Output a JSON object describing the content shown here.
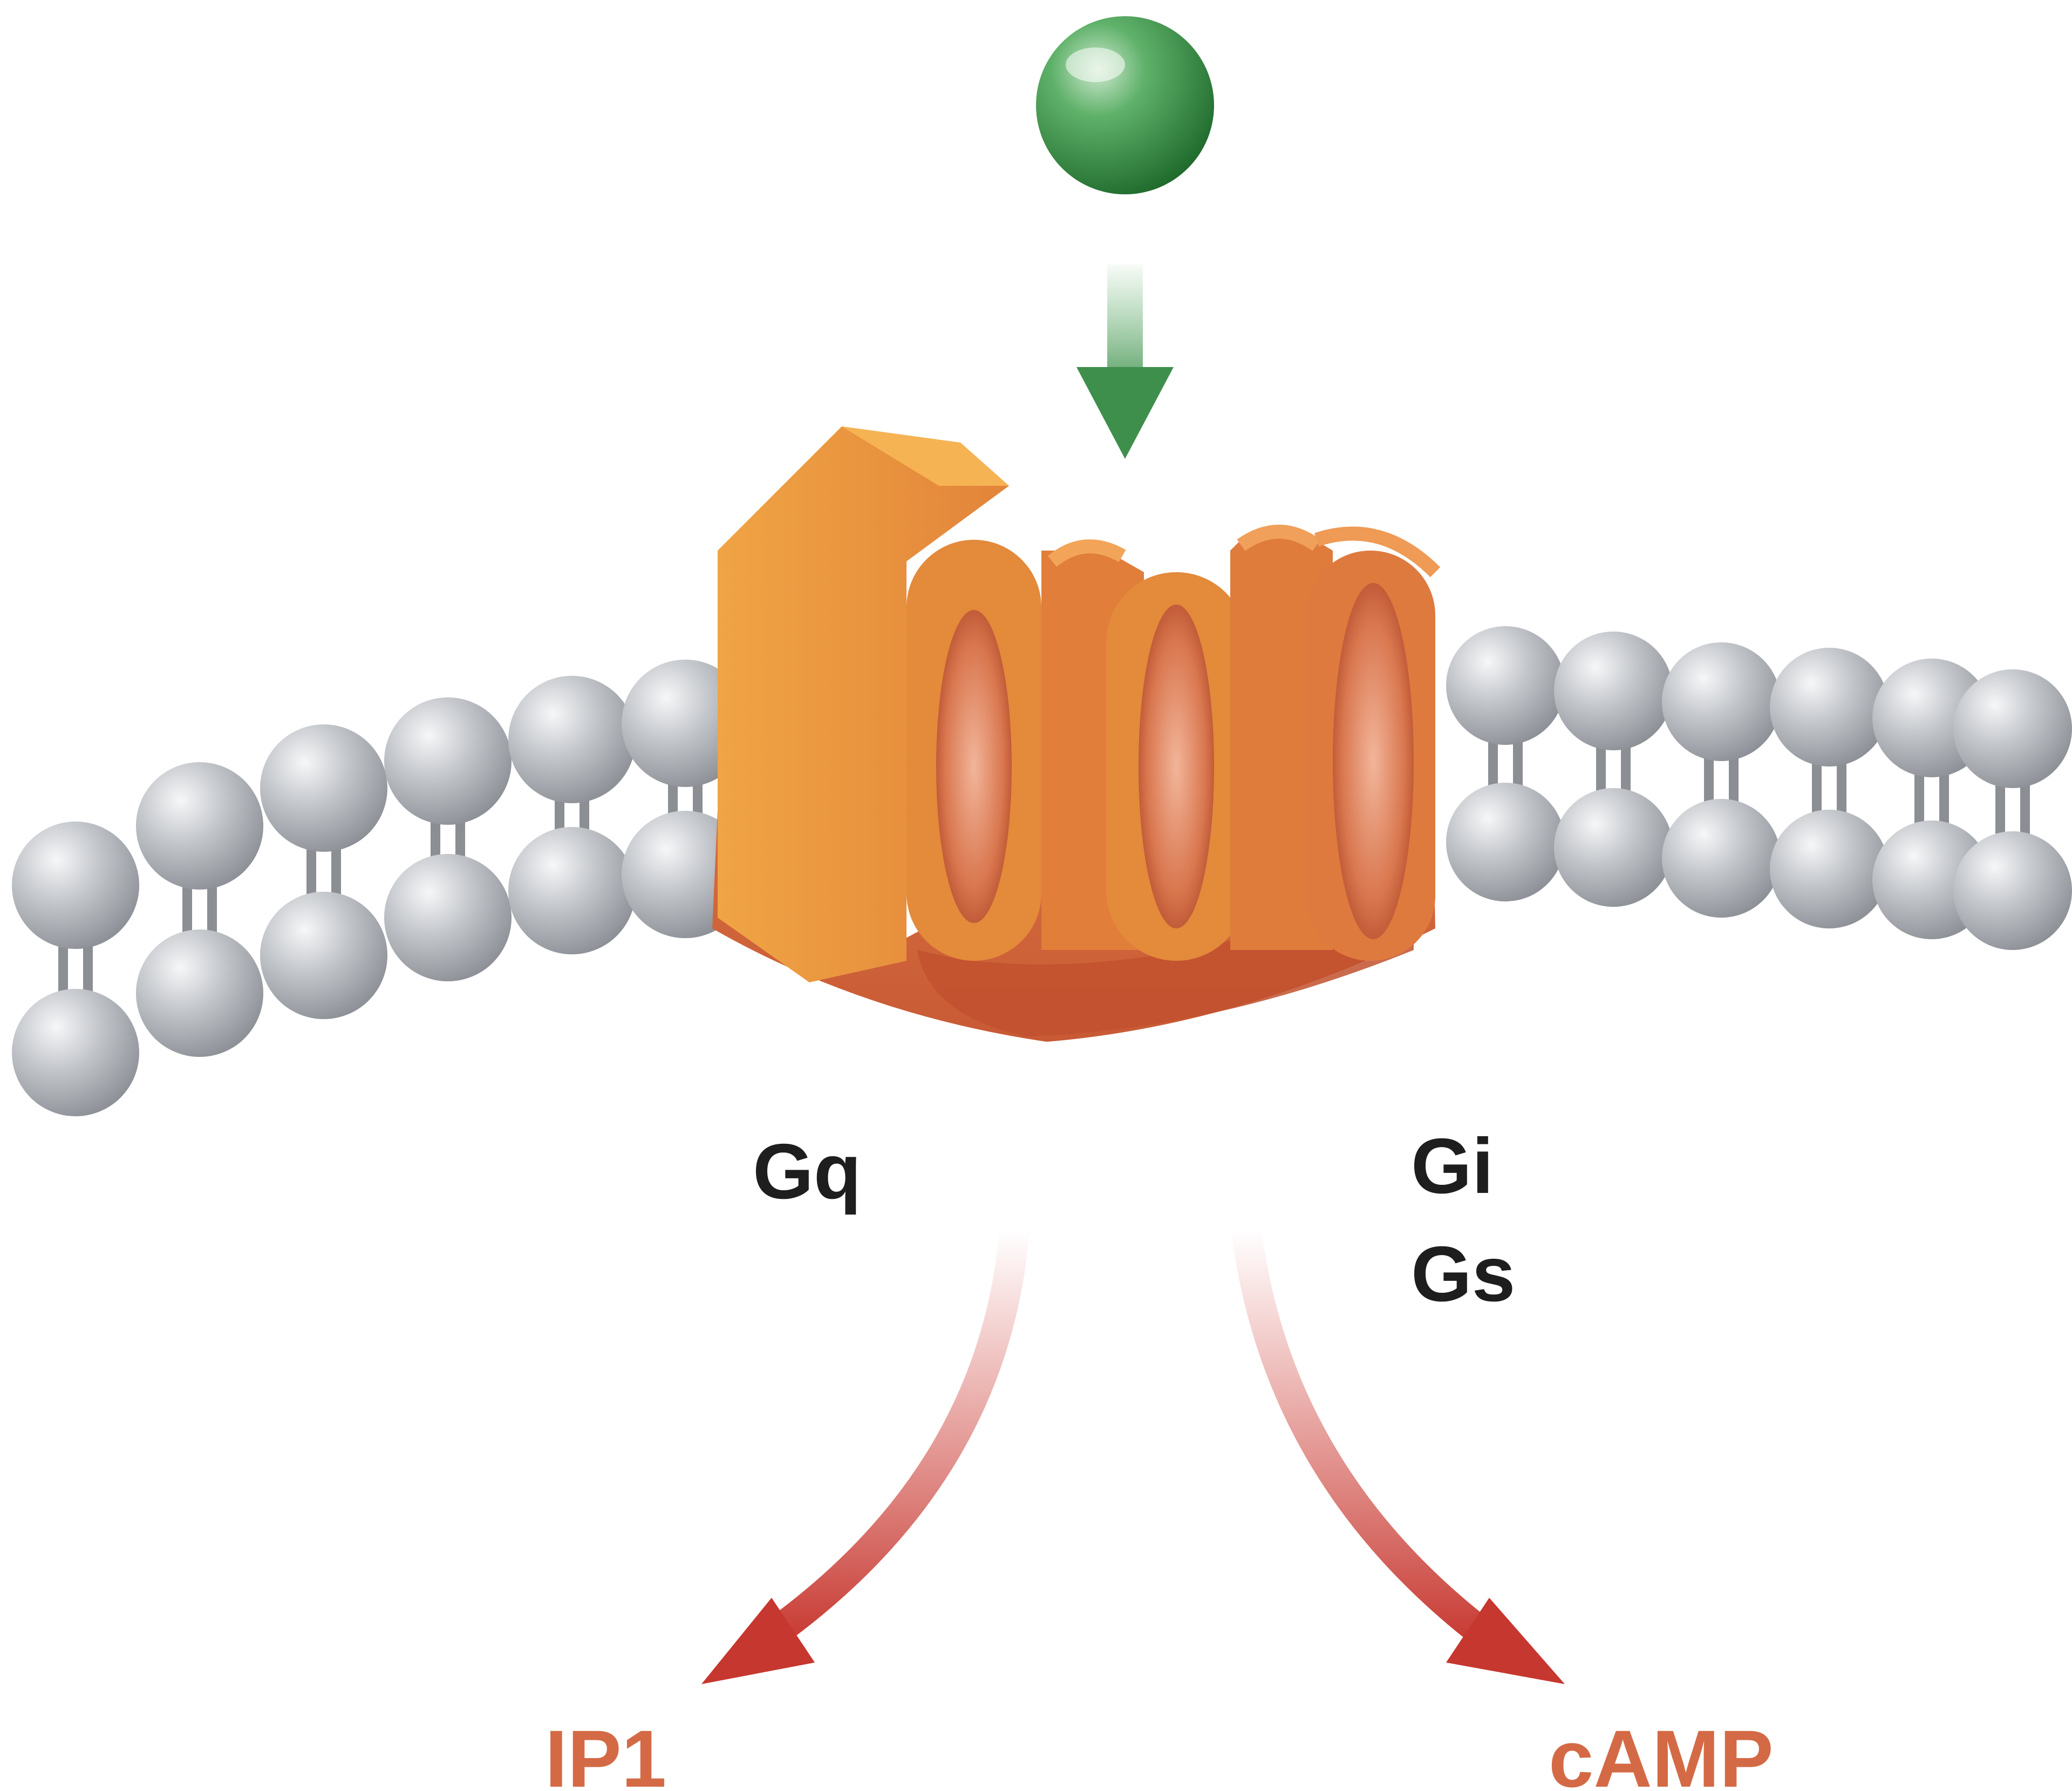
{
  "diagram": {
    "labels": {
      "gq": "Gq",
      "gi": "Gi",
      "gs": "Gs",
      "ip1": "IP1",
      "camp": "cAMP"
    },
    "colors": {
      "ligand": "#3f9a4c",
      "ligand_arrow": "#5fae6a",
      "receptor": "#e8913a",
      "receptor_inner": "#c9552e",
      "lipid": "#b9bcc1",
      "pathway_arrow": "#d0403a",
      "label_dark": "#1e1e1e",
      "label_red": "#d46a45"
    },
    "icons": [
      "ligand-sphere-icon",
      "receptor-gpcr-icon",
      "lipid-bilayer-icon"
    ]
  }
}
